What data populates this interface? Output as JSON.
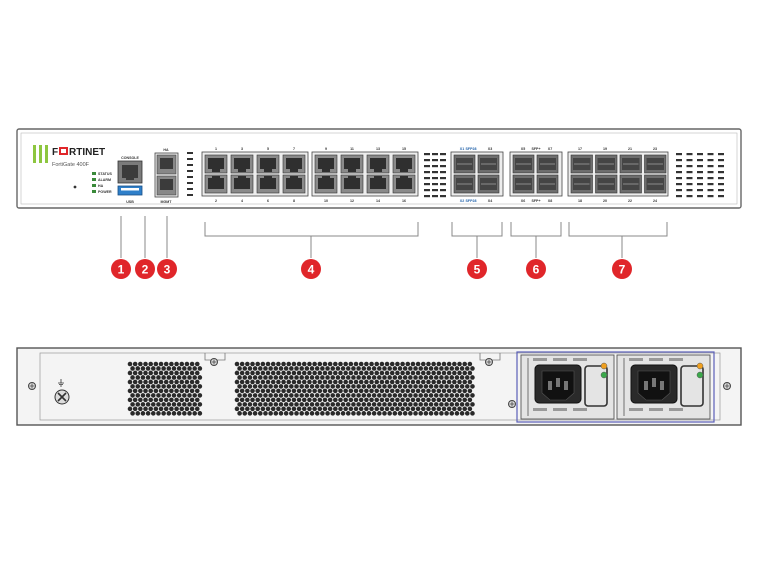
{
  "front": {
    "brand": "F█RTINET",
    "brand_a": "F",
    "brand_b": "RTINET",
    "model": "FortiGate 400F",
    "leds": [
      "STATUS",
      "ALARM",
      "HA",
      "POWER"
    ],
    "console_label": "CONSOLE",
    "usb_label": "USB",
    "ha_label": "HA",
    "mgmt_label": "MGMT",
    "rj45_top_left": [
      "1",
      "3",
      "5",
      "7"
    ],
    "rj45_bot_left": [
      "2",
      "4",
      "6",
      "8"
    ],
    "rj45_top_right": [
      "9",
      "11",
      "13",
      "15"
    ],
    "rj45_bot_right": [
      "10",
      "12",
      "14",
      "16"
    ],
    "sfp_x1_top": [
      "X1",
      "X3"
    ],
    "sfp_x1_bot": [
      "X2",
      "X4"
    ],
    "sfp_x1_unit": "SFP28",
    "sfp_mid_top": [
      "X5",
      "SFP+",
      "X7"
    ],
    "sfp_mid_bot": [
      "X6",
      "SFP+",
      "X8"
    ],
    "sfp_right_top": [
      "17",
      "19",
      "21",
      "23"
    ],
    "sfp_right_bot": [
      "18",
      "20",
      "22",
      "24"
    ]
  },
  "callouts": [
    {
      "num": "1"
    },
    {
      "num": "2"
    },
    {
      "num": "3"
    },
    {
      "num": "4"
    },
    {
      "num": "5"
    },
    {
      "num": "6"
    },
    {
      "num": "7"
    }
  ],
  "colors": {
    "callout_red": "#e0262a",
    "brand_green": "#8dc63f",
    "chassis_stroke": "#555555",
    "psu_blue": "#5a5fb8"
  }
}
